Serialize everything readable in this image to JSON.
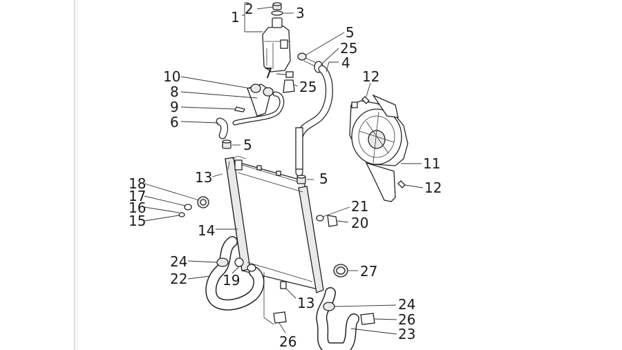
{
  "callouts": [
    "1",
    "2",
    "3",
    "5",
    "25",
    "4",
    "7",
    "25",
    "10",
    "8",
    "12",
    "9",
    "6",
    "5",
    "11",
    "13",
    "5",
    "12",
    "18",
    "17",
    "16",
    "15",
    "21",
    "20",
    "14",
    "24",
    "27",
    "22",
    "19",
    "13",
    "24",
    "26",
    "23",
    "26"
  ],
  "colors": {
    "ink": "#222222",
    "background": "#ffffff",
    "fill": "#e9e9e9"
  }
}
